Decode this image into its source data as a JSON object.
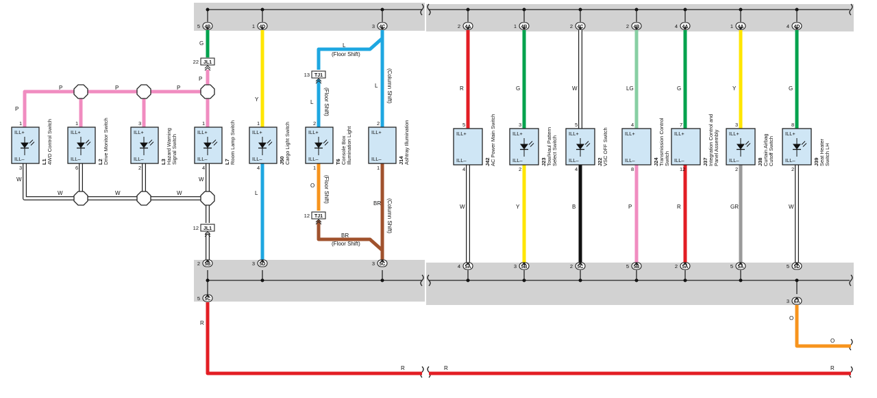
{
  "colors": {
    "W": "#ffffff",
    "P": "#f08cc0",
    "Y": "#ffe600",
    "L": "#1ea7e1",
    "G": "#00a24d",
    "LG": "#87cfa3",
    "R": "#e31e24",
    "B": "#111111",
    "O": "#f7941d",
    "BR": "#a0522d",
    "GR": "#9a9a9a",
    "box": "#cfe6f5",
    "band": "#d2d2d2",
    "junction": "#ffffff"
  },
  "top_connectors": [
    {
      "pin": "5",
      "label": "4B"
    },
    {
      "pin": "1",
      "label": "4D"
    },
    {
      "pin": "3",
      "label": "4C"
    },
    {
      "pin": "2",
      "label": "4A"
    },
    {
      "pin": "1",
      "label": "4B"
    },
    {
      "pin": "2",
      "label": "4C"
    },
    {
      "pin": "2",
      "label": "4B"
    },
    {
      "pin": "4",
      "label": "4A"
    },
    {
      "pin": "1",
      "label": "4A"
    },
    {
      "pin": "4",
      "label": "4D"
    }
  ],
  "bottom_connectors": [
    {
      "pin": "2",
      "label": "5B"
    },
    {
      "pin": "3",
      "label": "5D"
    },
    {
      "pin": "3",
      "label": "5C"
    },
    {
      "pin": "4",
      "label": "5A"
    },
    {
      "pin": "3",
      "label": "5B"
    },
    {
      "pin": "2",
      "label": "5C"
    },
    {
      "pin": "5",
      "label": "5B"
    },
    {
      "pin": "2",
      "label": "5A"
    },
    {
      "pin": "5",
      "label": "5A"
    },
    {
      "pin": "5",
      "label": "5D"
    },
    {
      "pin": "5",
      "label": "5C"
    },
    {
      "pin": "3",
      "label": "6A"
    }
  ],
  "junction_connectors": [
    {
      "pin": "22",
      "label": "JL1"
    },
    {
      "pin": "12",
      "label": "JL1"
    },
    {
      "pin": "13",
      "label": "TJ1"
    },
    {
      "pin": "12",
      "label": "TJ1"
    }
  ],
  "components": [
    {
      "code": "L1",
      "name": "4WD Control Switch",
      "top_pin": "1",
      "bottom_pin": "3",
      "top_label": "ILL+",
      "bottom_label": "ILL–"
    },
    {
      "code": "L2",
      "name": "Drive Monitor Switch",
      "top_pin": "1",
      "bottom_pin": "6",
      "top_label": "ILL+",
      "bottom_label": "ILL–"
    },
    {
      "code": "L3",
      "name": "Hazard Warning Signal Switch",
      "top_pin": "3",
      "bottom_pin": "2",
      "top_label": "ILL+",
      "bottom_label": "ILL–"
    },
    {
      "code": "L7",
      "name": "Room Lamp Switch",
      "top_pin": "1",
      "bottom_pin": "4",
      "top_label": "ILL+",
      "bottom_label": "ILL–"
    },
    {
      "code": "J50",
      "name": "Cargo Light Switch",
      "top_pin": "1",
      "bottom_pin": "4",
      "top_label": "ILL+",
      "bottom_label": "ILL–"
    },
    {
      "code": "T6",
      "name": "Console Box Illumination Light",
      "top_pin": "2",
      "bottom_pin": "1",
      "top_label": "ILL+",
      "bottom_label": "ILL–"
    },
    {
      "code": "J14",
      "name": "Ashtray Illumination",
      "top_pin": "2",
      "bottom_pin": "1",
      "top_label": "ILL+",
      "bottom_label": "ILL–"
    },
    {
      "code": "J42",
      "name": "AC Power Main Switch",
      "top_pin": "5",
      "bottom_pin": "4",
      "top_label": "ILL+",
      "bottom_label": "ILL–"
    },
    {
      "code": "J23",
      "name": "Tow/Haul Pattern Select Switch",
      "top_pin": "3",
      "bottom_pin": "2",
      "top_label": "ILL+",
      "bottom_label": "ILL–"
    },
    {
      "code": "J22",
      "name": "VSC OFF Switch",
      "top_pin": "5",
      "bottom_pin": "4",
      "top_label": "ILL+",
      "bottom_label": "ILL–"
    },
    {
      "code": "J24",
      "name": "Transmission Control Switch",
      "top_pin": "4",
      "bottom_pin": "8",
      "top_label": "ILL+",
      "bottom_label": "ILL–"
    },
    {
      "code": "J37",
      "name": "Integration Control and Panel Assembly",
      "top_pin": "7",
      "bottom_pin": "12",
      "top_label": "ILL+",
      "bottom_label": "ILL–"
    },
    {
      "code": "J38",
      "name": "Curtain Airbag Cutoff Switch",
      "top_pin": "3",
      "bottom_pin": "2",
      "top_label": "ILL+",
      "bottom_label": "ILL–"
    },
    {
      "code": "J39",
      "name": "Seat Heater Switch LH",
      "top_pin": "8",
      "bottom_pin": "2",
      "top_label": "ILL+",
      "bottom_label": "ILL–"
    }
  ],
  "wire_labels": {
    "p1": "P",
    "p2": "P",
    "p3": "P",
    "p4": "P",
    "p5": "P",
    "w1": "W",
    "w2": "W",
    "w3": "W",
    "w4": "W",
    "w5": "W",
    "g_room": "G",
    "y_cargo": "Y",
    "l_cargo": "L",
    "l_console": "L",
    "floor1": "(Floor Shift)",
    "l_console2": "L",
    "floor2": "(Floor Shift)",
    "o_console": "O",
    "floor3": "(Floor Shift)",
    "br_bottom": "BR",
    "floor4": "(Floor Shift)",
    "l_ash": "L",
    "column1": "(Column Shift)",
    "br_ash": "BR",
    "column2": "(Column Shift)",
    "r_j42": "R",
    "w_j42": "W",
    "g_j23": "G",
    "y_j23": "Y",
    "w_j22": "W",
    "b_j22": "B",
    "lg_j24": "LG",
    "p_j24": "P",
    "g_j37": "G",
    "r_j37": "R",
    "y_j38": "Y",
    "gr_j38": "GR",
    "g_j39": "G",
    "w_j39": "W",
    "r_left": "R",
    "r_bottom1": "R",
    "r_bottom2": "R",
    "r_bottom3": "R",
    "o_j39a": "O",
    "o_j39b": "O"
  }
}
